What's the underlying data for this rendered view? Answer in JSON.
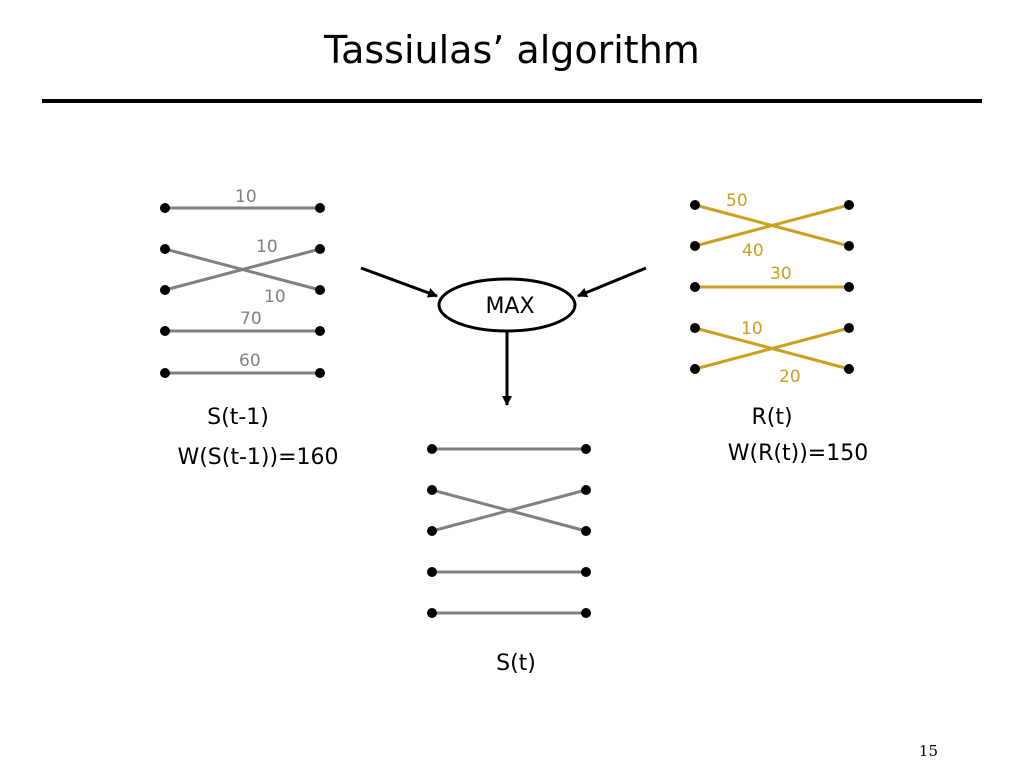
{
  "title": "Tassiulas’ algorithm",
  "page_number": "15",
  "colors": {
    "schedule_edge": "#808080",
    "request_edge": "#C9A020",
    "node": "#000000"
  },
  "max_box": {
    "label": "MAX"
  },
  "s_prev": {
    "caption": "S(t-1)",
    "weight_caption": "W(S(t-1))=160",
    "weights": [
      "10",
      "10",
      "10",
      "70",
      "60"
    ]
  },
  "r_t": {
    "caption": "R(t)",
    "weight_caption": "W(R(t))=150",
    "weights": [
      "50",
      "40",
      "30",
      "10",
      "20"
    ]
  },
  "s_t": {
    "caption": "S(t)"
  }
}
